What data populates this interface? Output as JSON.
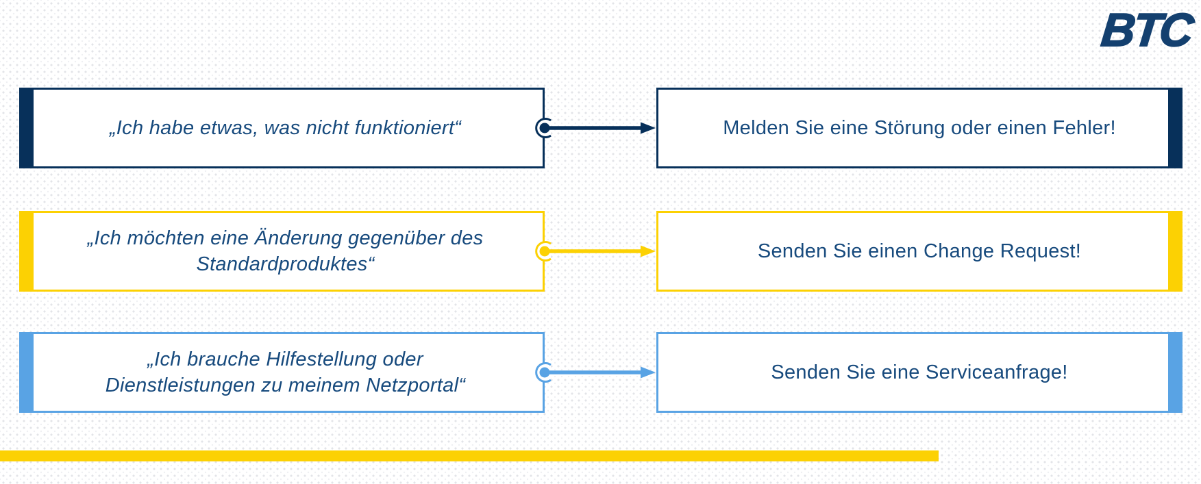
{
  "page": {
    "title": "BTC Service-Wege Diagramm",
    "background_dot_color": "#e3e4e8"
  },
  "logo": {
    "text": "BTC",
    "color": "#14406f"
  },
  "palette": {
    "text_navy": "#174a7d",
    "navy": "#07305a",
    "yellow": "#fcd103",
    "blue": "#59a3e4"
  },
  "icons": {
    "connector": "dot-circle-arrow-right-icon"
  },
  "rows": [
    {
      "id": "stoerung",
      "accent_color": "#07305a",
      "quote": "„Ich habe etwas, was nicht funktioniert“",
      "action": "Melden Sie eine Störung oder einen Fehler!"
    },
    {
      "id": "change-request",
      "accent_color": "#fcd103",
      "quote": "„Ich möchten eine Änderung gegenüber des\nStandardproduktes“",
      "action": "Senden Sie einen Change Request!"
    },
    {
      "id": "serviceanfrage",
      "accent_color": "#59a3e4",
      "quote": "„Ich brauche Hilfestellung oder\nDienstleistungen zu meinem Netzportal“",
      "action": "Senden Sie eine Serviceanfrage!"
    }
  ],
  "footer": {
    "bar_color": "#fcd103"
  }
}
